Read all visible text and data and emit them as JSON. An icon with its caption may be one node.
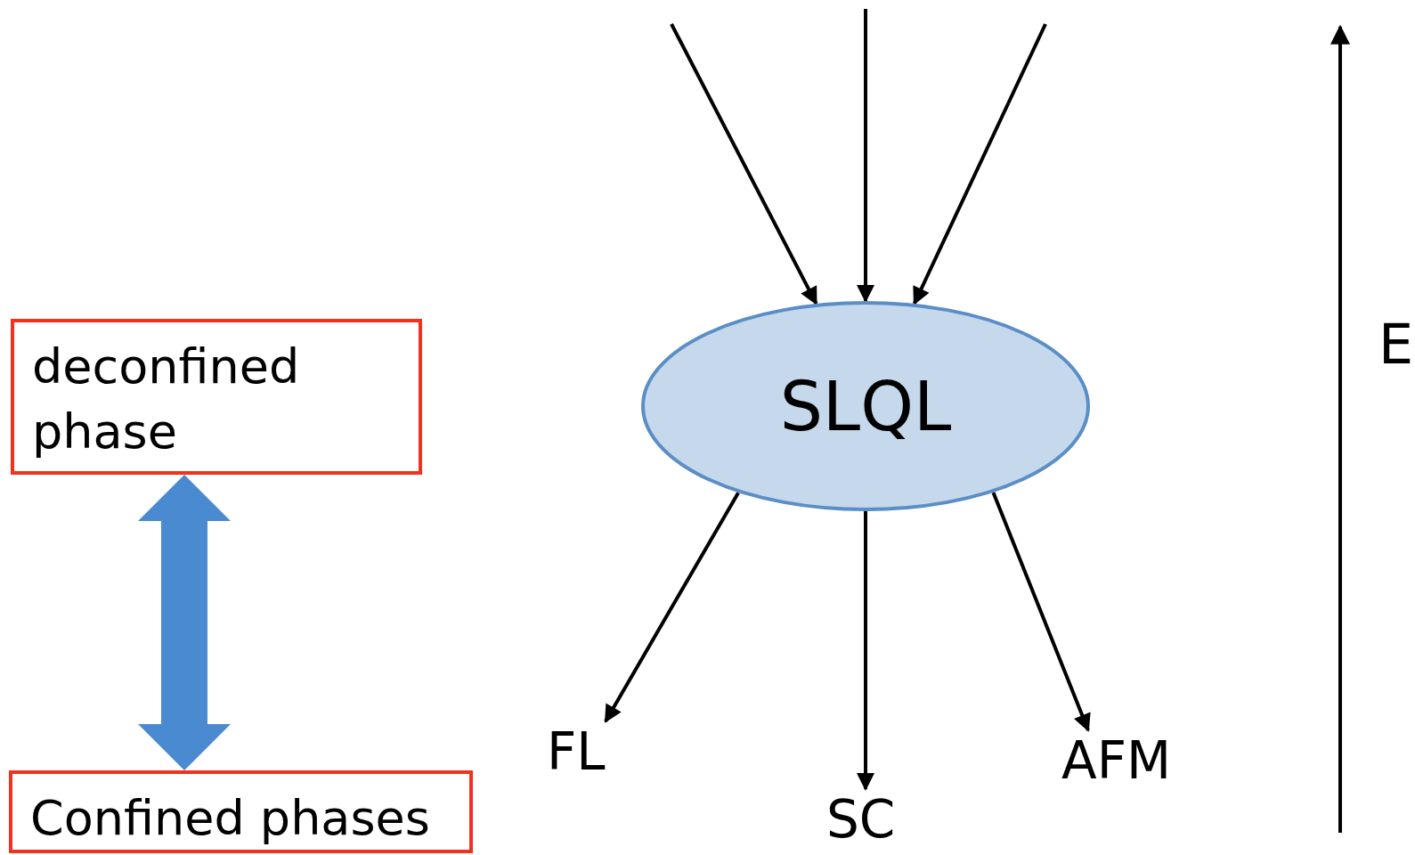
{
  "diagram": {
    "nodes": [
      {
        "text": [
          "deconfined phase"
        ]
      },
      {
        "text": [
          "Confined phases"
        ]
      },
      {
        "text": [
          "SLQL"
        ]
      },
      {
        "text": [
          "FL"
        ]
      },
      {
        "text": [
          "SC"
        ]
      },
      {
        "text": [
          "AFM"
        ]
      }
    ],
    "edges": [
      {
        "from": 0,
        "to": 1,
        "arrow": "both",
        "style": "thick",
        "color": "#4a8ad0"
      },
      {
        "from": null,
        "to": 2,
        "arrow": "to"
      },
      {
        "from": null,
        "to": 2,
        "arrow": "to"
      },
      {
        "from": null,
        "to": 2,
        "arrow": "to"
      },
      {
        "from": 2,
        "to": 3,
        "arrow": "to"
      },
      {
        "from": 2,
        "to": 4,
        "arrow": "to"
      },
      {
        "from": 2,
        "to": 5,
        "arrow": "to"
      }
    ],
    "labels": [
      "E"
    ]
  }
}
